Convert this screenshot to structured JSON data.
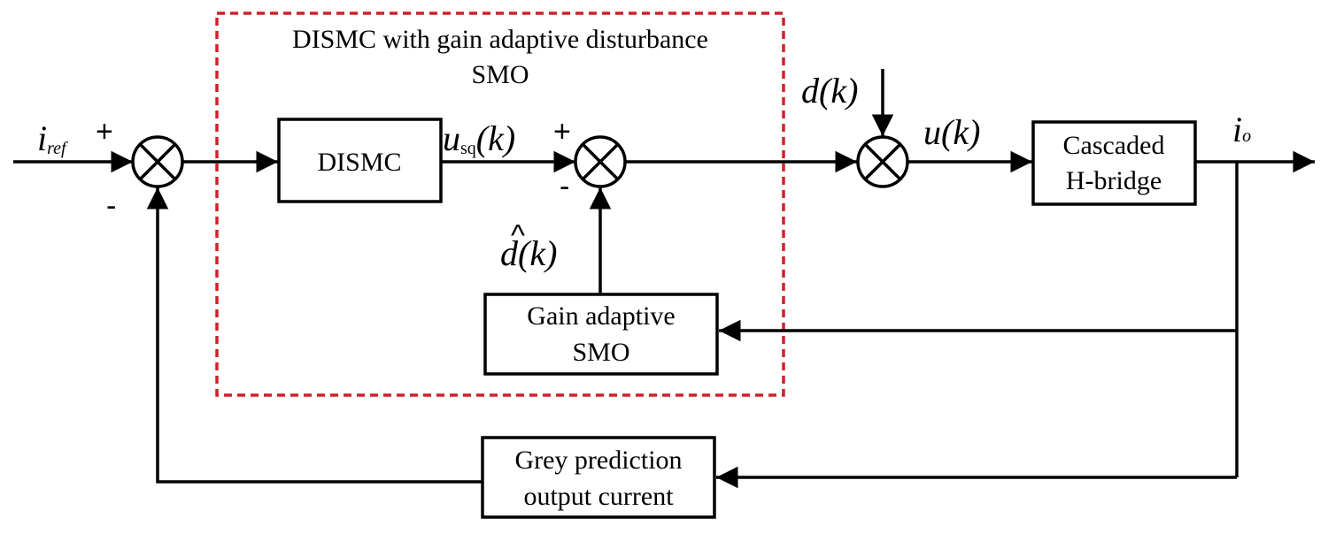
{
  "region": {
    "title_line1": "DISMC with gain adaptive disturbance",
    "title_line2": "SMO",
    "border_color": "#d0202a"
  },
  "blocks": {
    "dismc": "DISMC",
    "cascaded_line1": "Cascaded",
    "cascaded_line2": "H-bridge",
    "smo_line1": "Gain adaptive",
    "smo_line2": "SMO",
    "grey_line1": "Grey prediction",
    "grey_line2": "output current"
  },
  "signals": {
    "iref_main": "i",
    "iref_sub": "ref",
    "usq_main": "u",
    "usq_sub": "sq",
    "usq_arg": "(k)",
    "dhat_main": "d",
    "dhat_arg": "(k)",
    "dhat_hat": "^",
    "dk": "d(k)",
    "uk": "u(k)",
    "io_main": "i",
    "io_sub": "o"
  },
  "signs": {
    "plus": "+",
    "minus": "-"
  }
}
